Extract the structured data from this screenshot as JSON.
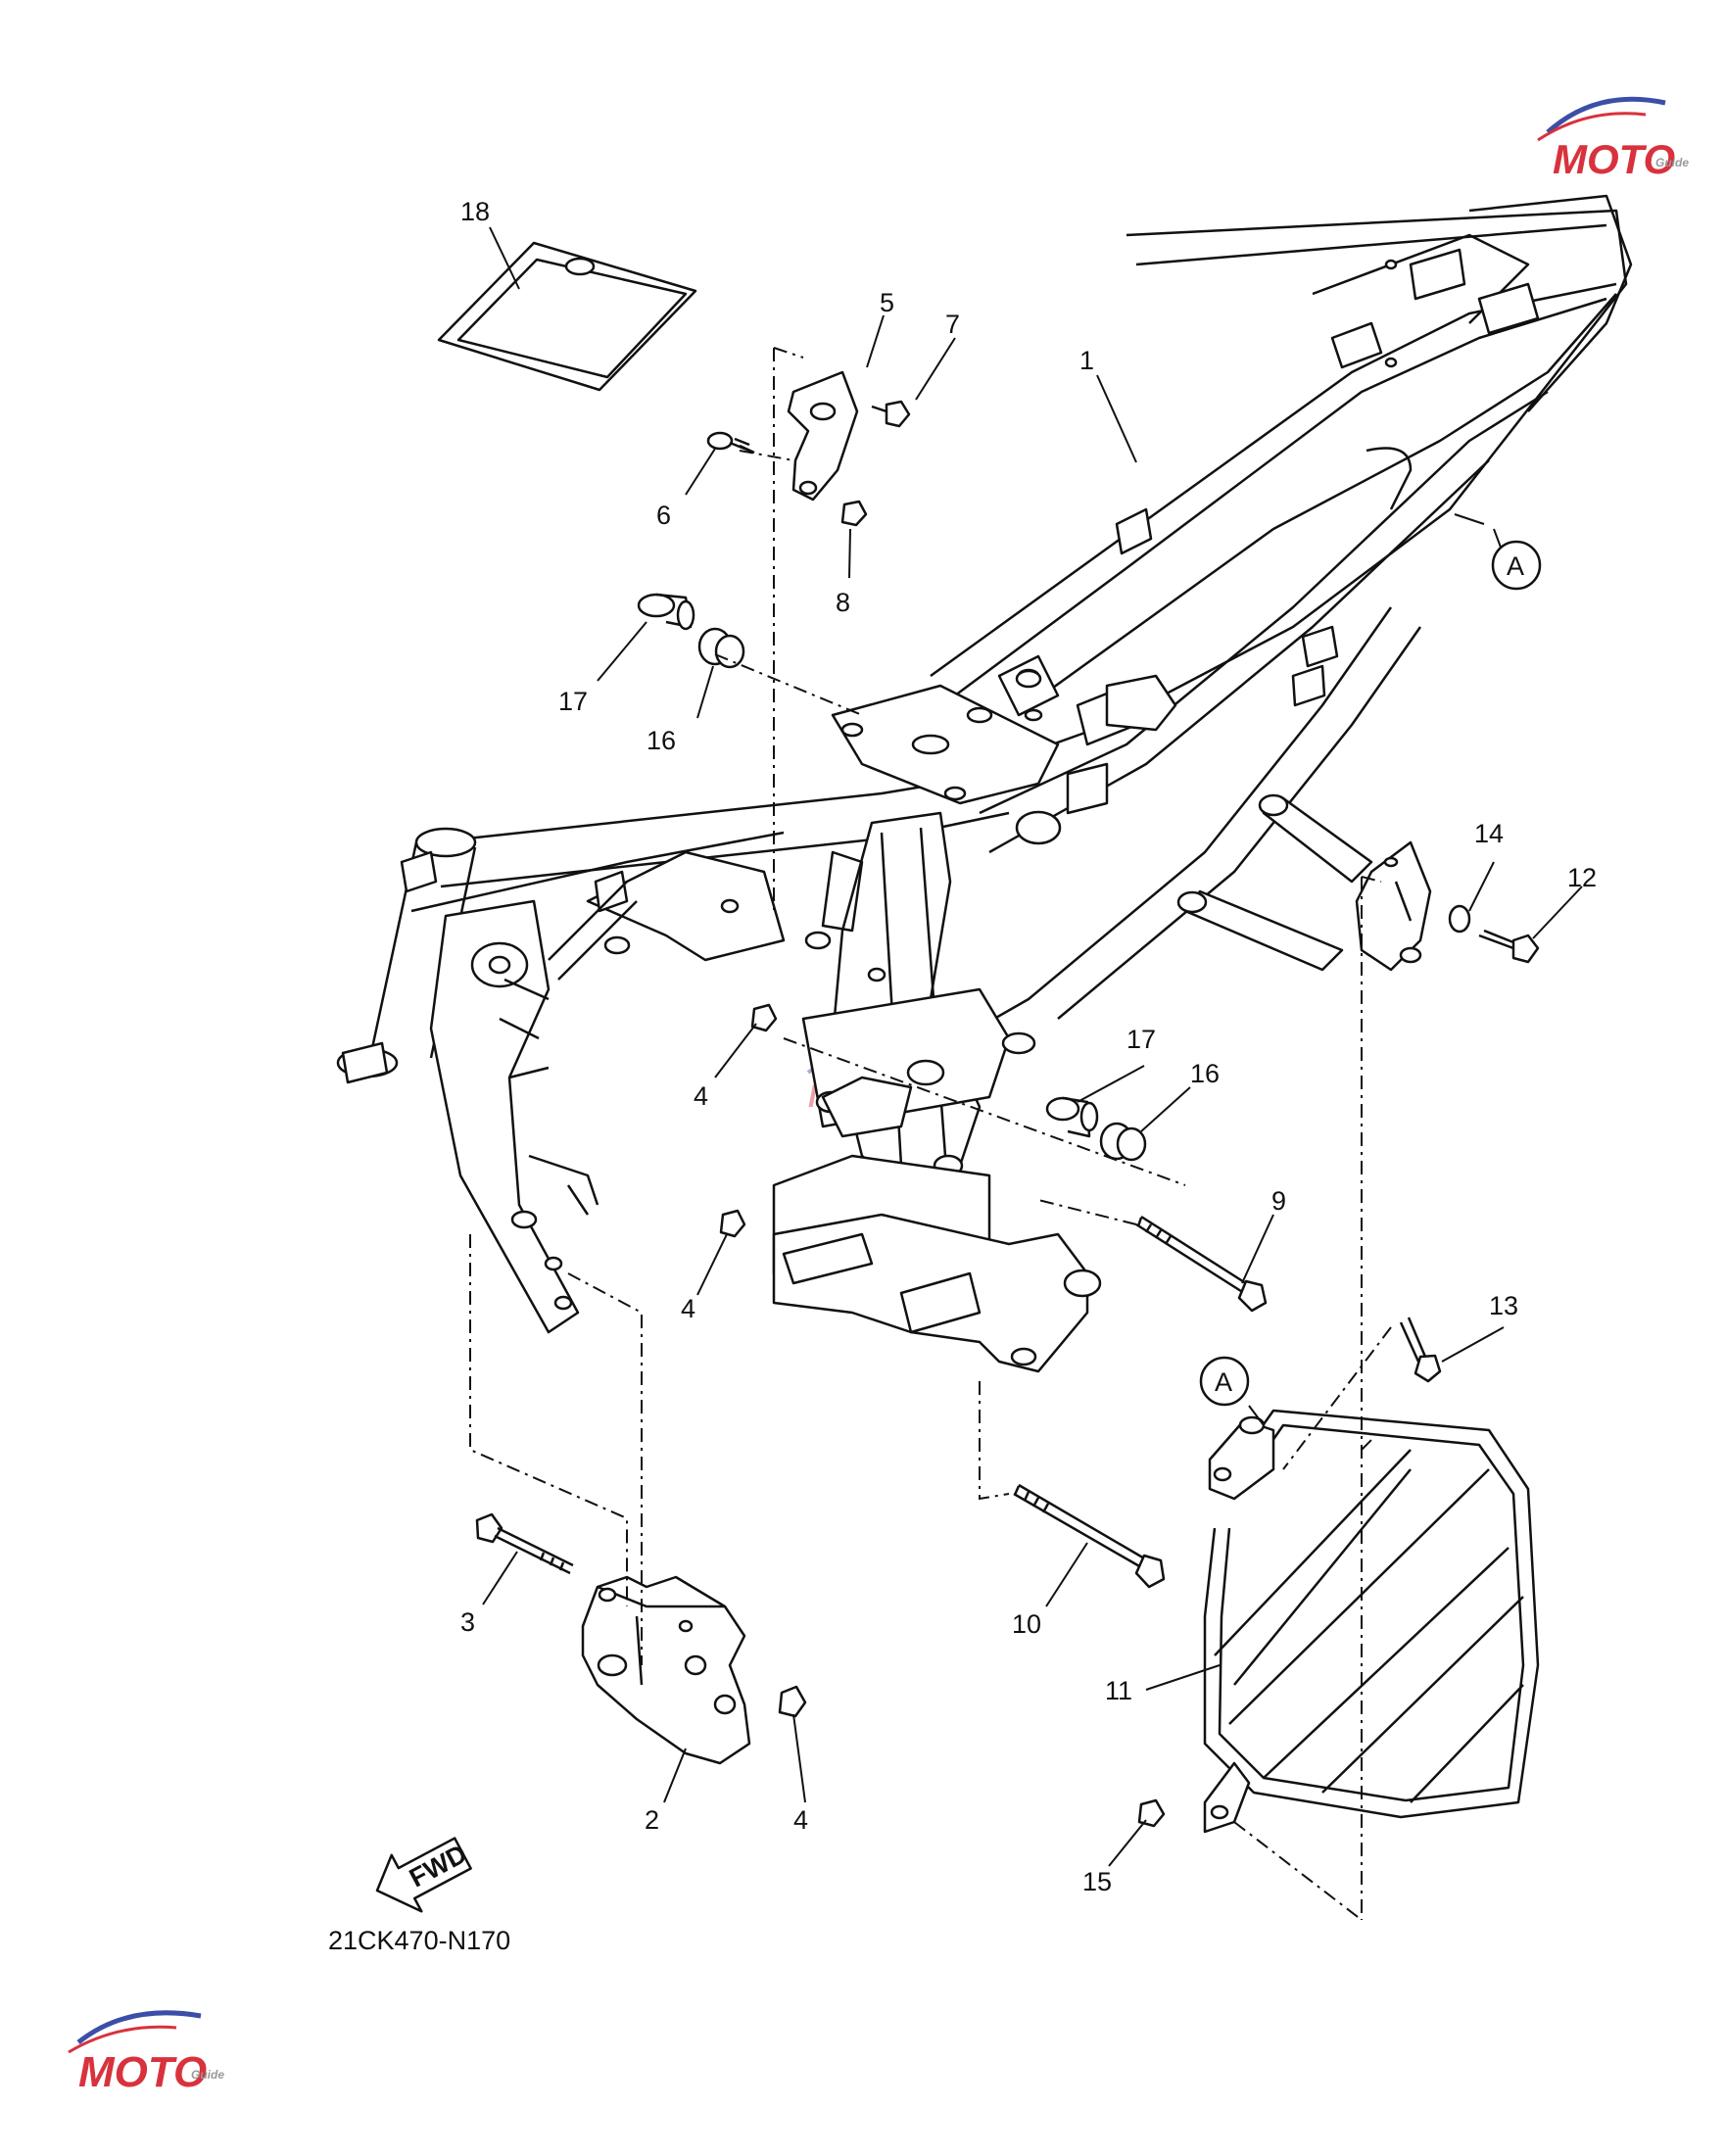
{
  "diagram_code": "21CK470-N170",
  "fwd_label": "FWD",
  "watermark": {
    "text": "MOTO",
    "subtext": "Guide",
    "color_red": "#d8323c",
    "color_blue": "#3b4fa8"
  },
  "callouts": [
    {
      "id": "c18",
      "text": "18"
    },
    {
      "id": "c5",
      "text": "5"
    },
    {
      "id": "c7",
      "text": "7"
    },
    {
      "id": "c1",
      "text": "1"
    },
    {
      "id": "c6",
      "text": "6"
    },
    {
      "id": "c8",
      "text": "8"
    },
    {
      "id": "cA1",
      "text": "A"
    },
    {
      "id": "c17a",
      "text": "17"
    },
    {
      "id": "c16a",
      "text": "16"
    },
    {
      "id": "c14",
      "text": "14"
    },
    {
      "id": "c12",
      "text": "12"
    },
    {
      "id": "c4a",
      "text": "4"
    },
    {
      "id": "c17b",
      "text": "17"
    },
    {
      "id": "c16b",
      "text": "16"
    },
    {
      "id": "c9",
      "text": "9"
    },
    {
      "id": "c4b",
      "text": "4"
    },
    {
      "id": "c13",
      "text": "13"
    },
    {
      "id": "cA2",
      "text": "A"
    },
    {
      "id": "c3",
      "text": "3"
    },
    {
      "id": "c10",
      "text": "10"
    },
    {
      "id": "c11",
      "text": "11"
    },
    {
      "id": "c2",
      "text": "2"
    },
    {
      "id": "c4c",
      "text": "4"
    },
    {
      "id": "c15",
      "text": "15"
    }
  ]
}
